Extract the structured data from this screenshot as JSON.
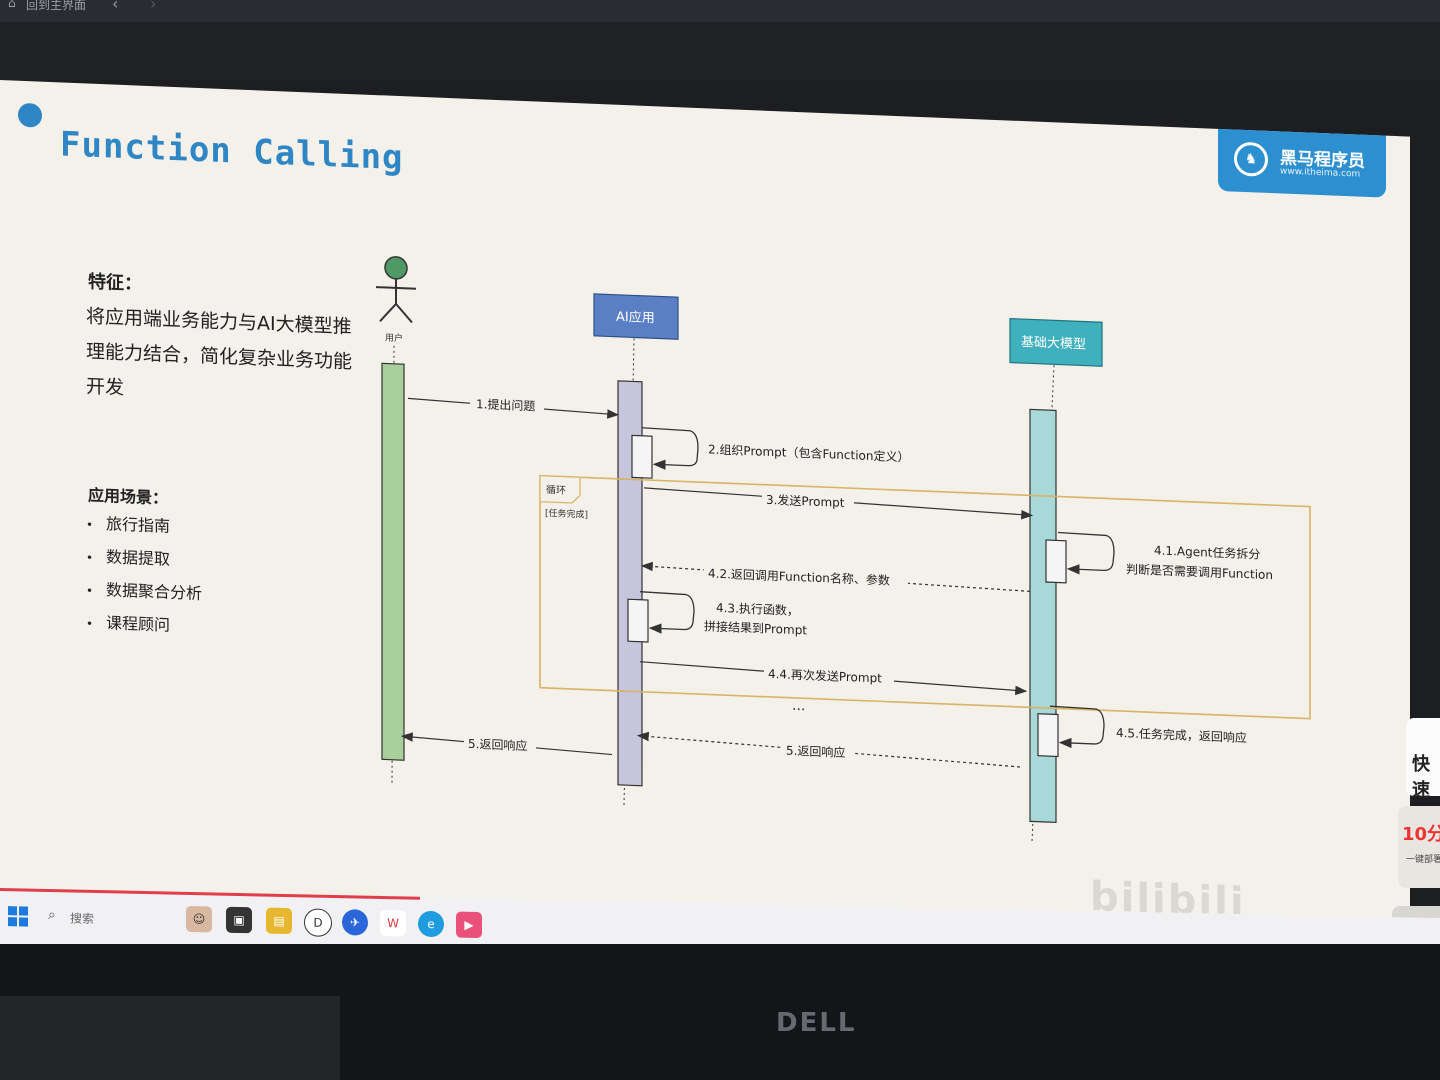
{
  "topbar": {
    "home_label": "回到主界面",
    "back": "‹",
    "forward": "›"
  },
  "slide": {
    "title": "Function Calling",
    "logo": {
      "brand": "黑马程序员",
      "url": "www.itheima.com"
    },
    "features": {
      "heading": "特征：",
      "text": "将应用端业务能力与AI大模型推理能力结合，简化复杂业务功能开发"
    },
    "scenes": {
      "heading": "应用场景：",
      "items": [
        "旅行指南",
        "数据提取",
        "数据聚合分析",
        "课程顾问"
      ]
    }
  },
  "diagram": {
    "actors": {
      "user": "用户",
      "app": "AI应用",
      "llm": "基础大模型"
    },
    "loop": {
      "label": "循环",
      "guard": "[任务完成]"
    },
    "messages": {
      "m1": "1.提出问题",
      "m2": "2.组织Prompt（包含Function定义）",
      "m3": "3.发送Prompt",
      "m41a": "4.1.Agent任务拆分",
      "m41b": "判断是否需要调用Function",
      "m42": "4.2.返回调用Function名称、参数",
      "m43a": "4.3.执行函数，",
      "m43b": "拼接结果到Prompt",
      "m44": "4.4.再次发送Prompt",
      "ellipsis": "...",
      "m45": "4.5.任务完成，返回响应",
      "m5a": "5.返回响应",
      "m5b": "5.返回响应"
    },
    "colors": {
      "user_bar": "#a9cf9a",
      "app_bar": "#c6c5dc",
      "llm_bar": "#a8d8d8",
      "app_box": "#5b7fc4",
      "llm_box": "#3fb0bd",
      "loop_border": "#d8b466"
    }
  },
  "watermark": "bilibili",
  "side": {
    "a": "快速",
    "b_red": "10分",
    "b_sub": "一键部署"
  },
  "taskbar": {
    "search_placeholder": "搜索"
  },
  "monitor": {
    "brand": "DELL"
  }
}
